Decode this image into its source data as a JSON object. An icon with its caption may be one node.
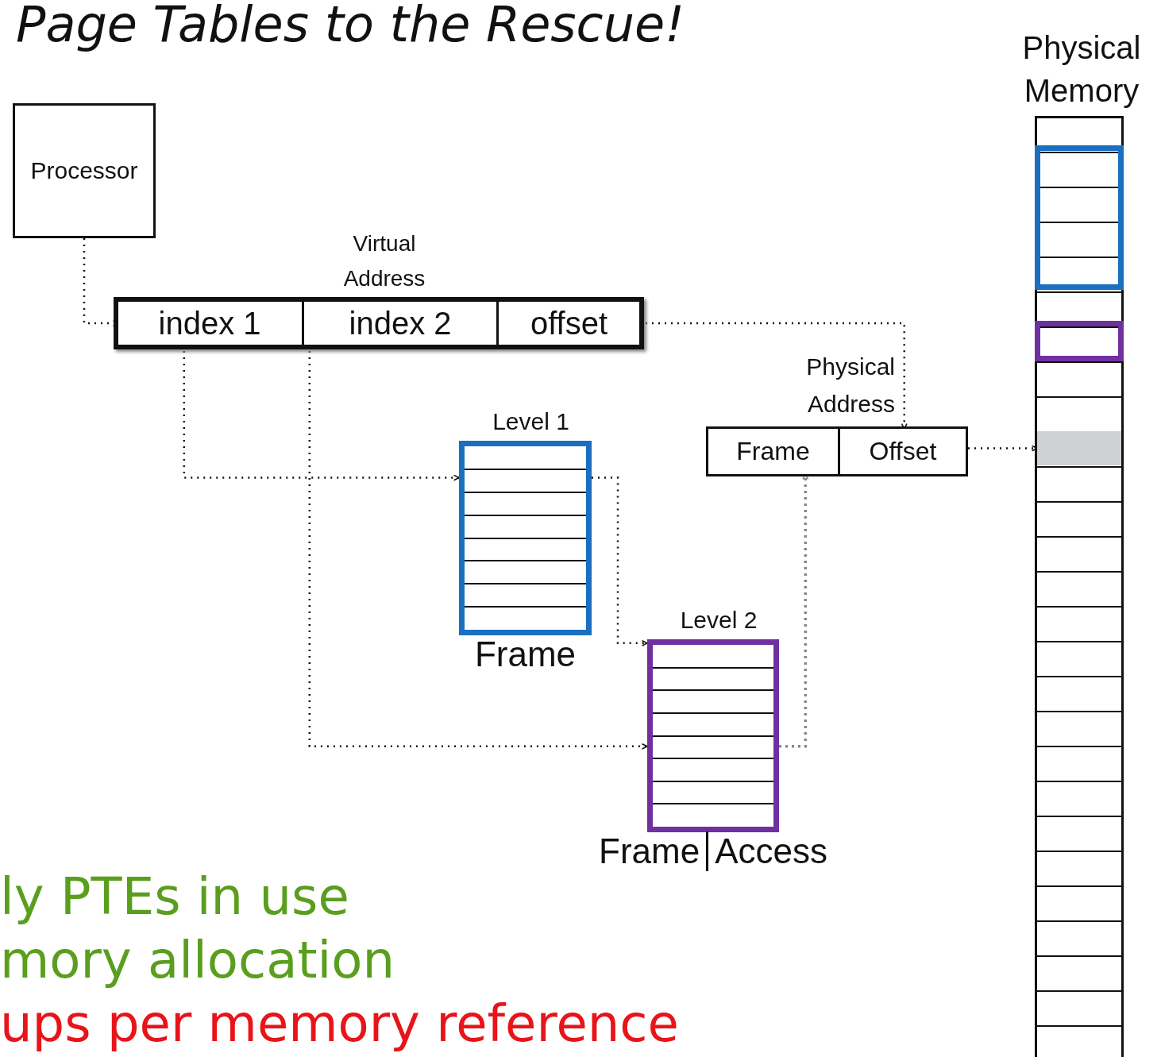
{
  "diagram": {
    "title": "Page Tables to the Rescue!",
    "nodes": [
      {
        "text": [
          "Processor"
        ]
      },
      {
        "text": [
          "Virtual Address"
        ]
      },
      {
        "text": [
          "index 1"
        ],
        "in": 1
      },
      {
        "text": [
          "index 2"
        ],
        "in": 1
      },
      {
        "text": [
          "offset"
        ],
        "in": 1
      },
      {
        "text": [
          "Level 1"
        ],
        "beside": [
          "Frame"
        ]
      },
      {
        "text": [
          "Level 2"
        ],
        "beside": [
          "Frame",
          "Access"
        ]
      },
      {
        "text": [
          "Physical Address"
        ]
      },
      {
        "text": [
          "Frame"
        ],
        "in": 7
      },
      {
        "text": [
          "Offset"
        ],
        "in": 7
      },
      {
        "text": [
          "Physical Memory"
        ]
      },
      {
        "text": [],
        "shape": "box",
        "in": 10
      },
      {
        "text": [],
        "shape": "box",
        "in": 10
      },
      {
        "text": [],
        "shape": "bar",
        "in": 10
      }
    ],
    "edges": [
      {
        "from": 0,
        "to": 2,
        "arrow": "to",
        "style": "dashed"
      },
      {
        "from": 2,
        "to": 5,
        "arrow": "to",
        "style": "dashed"
      },
      {
        "from": 5,
        "to": 6,
        "arrow": "to",
        "style": "dashed"
      },
      {
        "from": 3,
        "to": 6,
        "arrow": "to",
        "style": "dashed"
      },
      {
        "from": 6,
        "to": 8,
        "arrow": "to",
        "style": "dashed",
        "color": "#888888"
      },
      {
        "from": 4,
        "to": 9,
        "arrow": "to",
        "style": "dashed"
      },
      {
        "from": 7,
        "to": 13,
        "arrow": "to",
        "style": "dashed"
      }
    ],
    "labels": [
      "ly PTEs in use",
      "mory allocation",
      "ups per memory reference"
    ]
  }
}
